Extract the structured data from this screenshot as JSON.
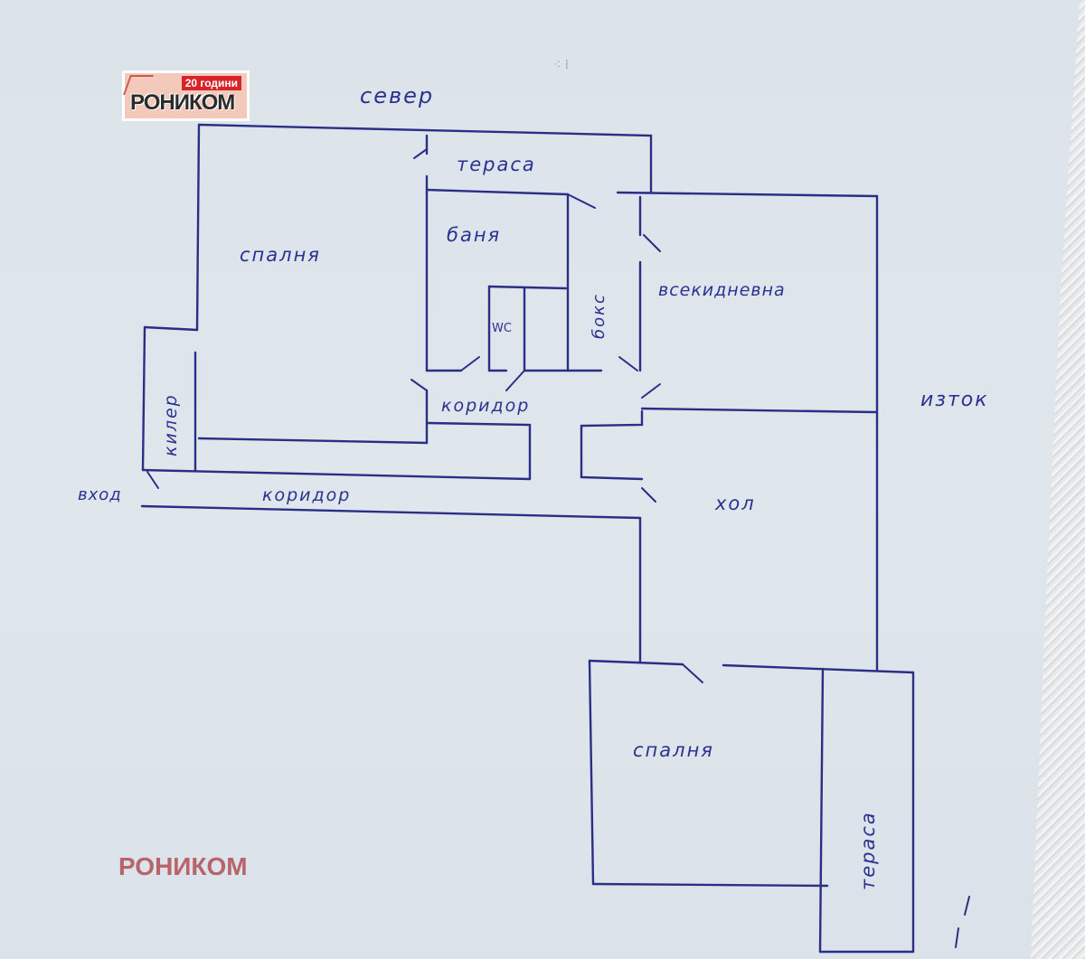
{
  "logo": {
    "badge": "20 години",
    "name": "РОНИКОМ"
  },
  "watermark": "РОНИКОМ",
  "compass": {
    "north": "север",
    "east": "изток"
  },
  "rooms": {
    "bedroom_north": "спалня",
    "terrace_north": "тераса",
    "bathroom": "баня",
    "wc": "WC",
    "box": "бокс",
    "living_room": "всекидневна",
    "storage": "килер",
    "corridor_inner": "коридор",
    "corridor_main": "коридор",
    "entrance": "вход",
    "hall": "хол",
    "bedroom_south": "спалня",
    "terrace_south": "тераса"
  },
  "colors": {
    "ink": "#2a2f86",
    "paper": "#dfe5ec",
    "watermark": "#b8656a",
    "logo_badge": "#d8232a"
  }
}
